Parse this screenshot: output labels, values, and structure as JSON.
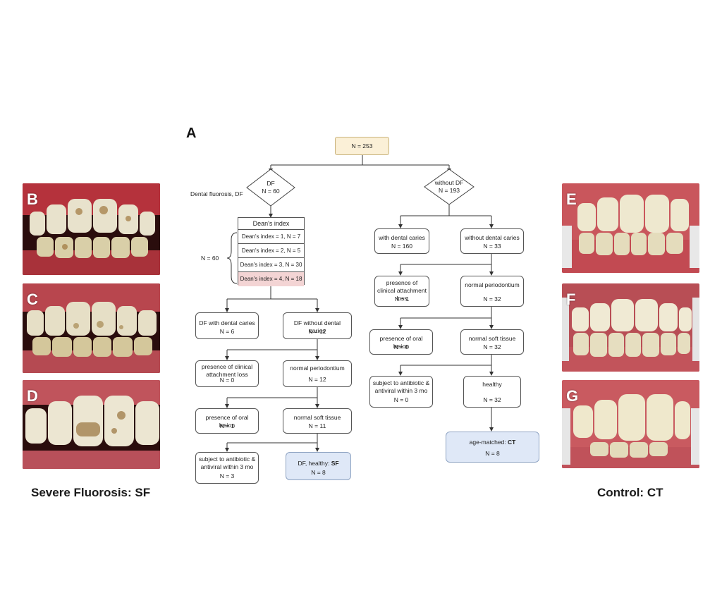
{
  "panel_letter": "A",
  "root": "N = 253",
  "df_side_label": "Dental fluorosis, DF",
  "df_diamond": {
    "line1": "DF",
    "line2": "N = 60"
  },
  "nodf_diamond": {
    "line1": "without DF",
    "line2": "N = 193"
  },
  "dean": {
    "header": "Dean's index",
    "rows": [
      "Dean's index = 1, N = 7",
      "Dean's index = 2, N = 5",
      "Dean's index = 3, N = 30",
      "Dean's index = 4, N = 18"
    ],
    "side_n": "N = 60"
  },
  "left": {
    "df_caries": {
      "text": "DF with dental caries",
      "n": "N = 6"
    },
    "df_nocaries": {
      "text": "DF without dental caries",
      "n": "N = 12"
    },
    "cal": {
      "text": "presence of clinical attachment loss",
      "n": "N = 0"
    },
    "perio": {
      "text": "normal periodontium",
      "n": "N = 12"
    },
    "oral": {
      "text": "presence of oral lesion",
      "n": "N = 1"
    },
    "soft": {
      "text": "normal soft tissue",
      "n": "N = 11"
    },
    "abx": {
      "text": "subject to antibiotic & antiviral within 3 mo",
      "n": "N = 3"
    },
    "final": {
      "text": "DF, healthy: ",
      "bold": "SF",
      "n": "N = 8"
    }
  },
  "right": {
    "caries": {
      "text": "with dental caries",
      "n": "N = 160"
    },
    "nocaries": {
      "text": "without dental caries",
      "n": "N = 33"
    },
    "cal": {
      "text": "presence of clinical attachment loss",
      "n": "N = 1"
    },
    "perio": {
      "text": "normal periodontium",
      "n": "N = 32"
    },
    "oral": {
      "text": "presence of oral lesion",
      "n": "N = 0"
    },
    "soft": {
      "text": "normal soft tissue",
      "n": "N = 32"
    },
    "abx": {
      "text": "subject to antibiotic & antiviral within 3 mo",
      "n": "N = 0"
    },
    "healthy": {
      "text": "healthy",
      "n": "N = 32"
    },
    "final": {
      "text": "age-matched: ",
      "bold": "CT",
      "n": "N = 8"
    }
  },
  "photos": {
    "left": [
      "B",
      "C",
      "D"
    ],
    "right": [
      "E",
      "F",
      "G"
    ]
  },
  "captions": {
    "left": "Severe Fluorosis: SF",
    "right": "Control: CT"
  }
}
